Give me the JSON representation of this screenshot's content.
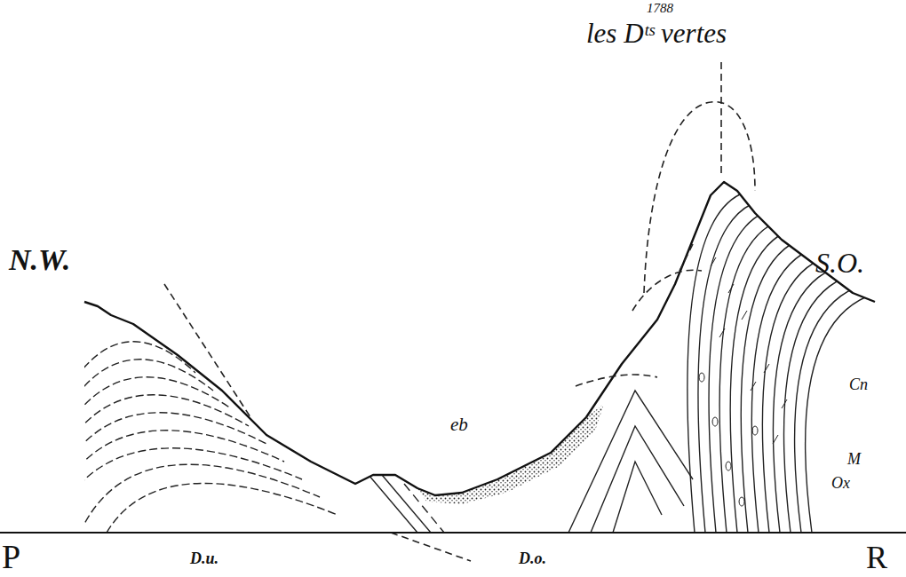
{
  "diagram": {
    "labels": [
      "1788",
      "les Dᵗˢ vertes",
      "N.W.",
      "S.O.",
      "Cn",
      "M",
      "Ox",
      "eb",
      "P",
      "R",
      "D.u.",
      "D.o."
    ]
  }
}
